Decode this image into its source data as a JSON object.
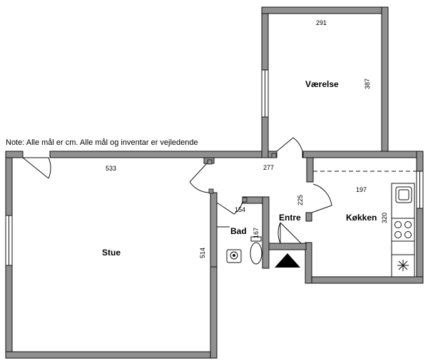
{
  "note": "Note: Alle mål er cm. Alle mål og inventar er vejledende",
  "rooms": {
    "stue": "Stue",
    "vaerelse": "Værelse",
    "koekken": "Køkken",
    "bad": "Bad",
    "entre": "Entre"
  },
  "dimensions": {
    "stue_width": "533",
    "stue_height": "514",
    "vaerelse_width": "291",
    "vaerelse_height": "387",
    "hall_width": "277",
    "entre_height": "225",
    "koekken_width": "197",
    "koekken_height": "320",
    "bad_width": "154",
    "bad_height": "167"
  },
  "colors": {
    "wall_fill": "#909090",
    "wall_stroke": "#111111",
    "entrance_arrow": "#000000"
  }
}
